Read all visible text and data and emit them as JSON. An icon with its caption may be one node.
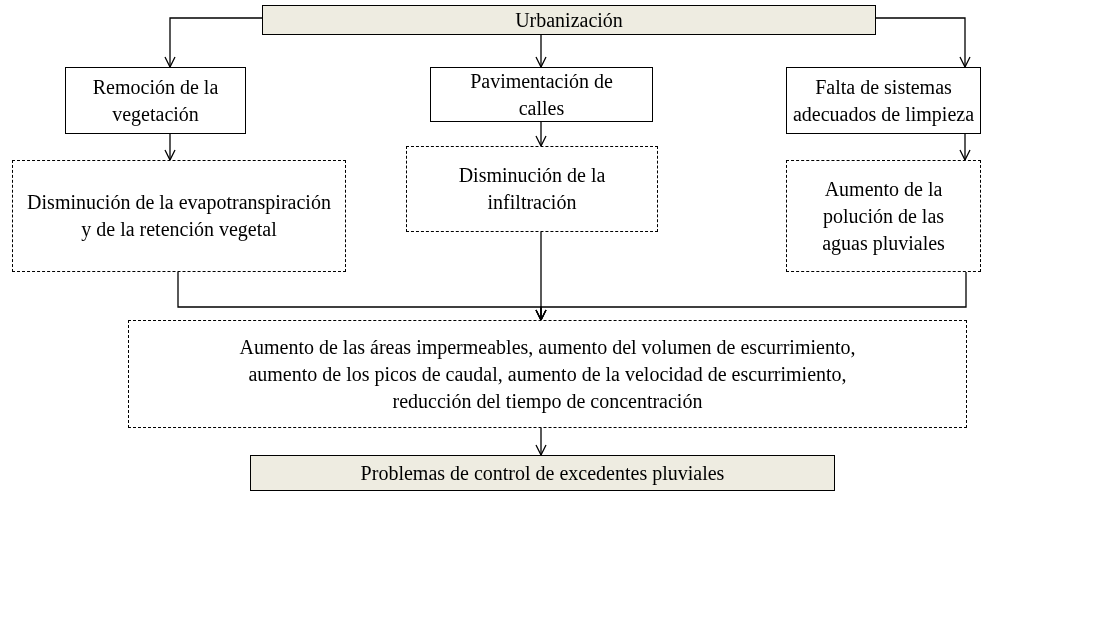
{
  "diagram": {
    "nodes": [
      {
        "text": [
          "Urbanización"
        ]
      },
      {
        "text": [
          "Remoción de la vegetación"
        ]
      },
      {
        "text": [
          "Pavimentación de calles"
        ]
      },
      {
        "text": [
          "Falta de sistemas adecuados de limpieza"
        ]
      },
      {
        "text": [
          "Disminución de la evapotranspiración y de la retención vegetal"
        ]
      },
      {
        "text": [
          "Disminución de la infiltración"
        ]
      },
      {
        "text": [
          "Aumento de la polución de las aguas pluviales"
        ]
      },
      {
        "text": [
          "Aumento de las áreas impermeables, aumento del volumen de escurrimiento, aumento de los picos de caudal, aumento de la velocidad de escurrimiento, reducción del tiempo de concentración"
        ]
      },
      {
        "text": [
          "Problemas de control de excedentes pluviales"
        ]
      }
    ],
    "edges": [
      {
        "from": 0,
        "to": 1,
        "arrow": "to"
      },
      {
        "from": 0,
        "to": 2,
        "arrow": "to"
      },
      {
        "from": 0,
        "to": 3,
        "arrow": "to"
      },
      {
        "from": 1,
        "to": 4,
        "arrow": "to"
      },
      {
        "from": 2,
        "to": 5,
        "arrow": "to"
      },
      {
        "from": 3,
        "to": 6,
        "arrow": "to"
      },
      {
        "from": 4,
        "to": 7,
        "arrow": "to"
      },
      {
        "from": 5,
        "to": 7,
        "arrow": "to"
      },
      {
        "from": 6,
        "to": 7,
        "arrow": "to"
      },
      {
        "from": 7,
        "to": 8,
        "arrow": "to"
      }
    ]
  }
}
